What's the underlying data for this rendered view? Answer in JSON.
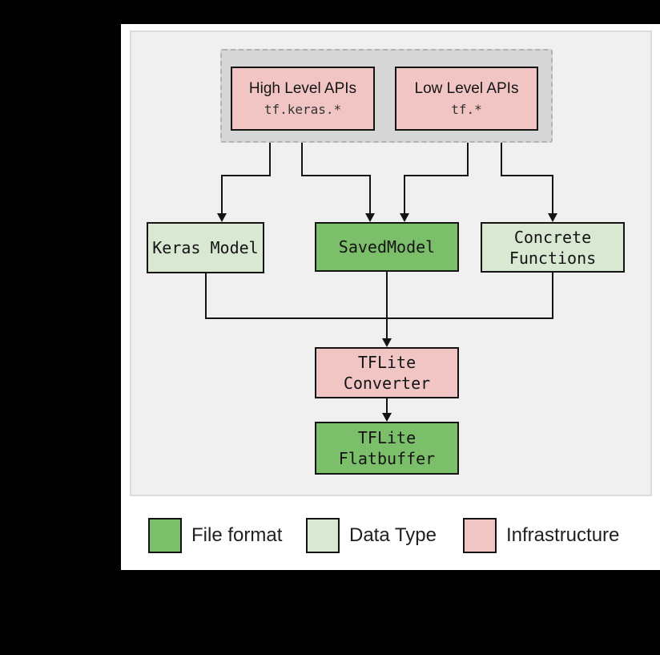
{
  "colors": {
    "background": "#000000",
    "panel": "#ffffff",
    "diagram_background": "#f0f0f0",
    "diagram_border": "#dbdbdb",
    "group_background": "#d6d6d6",
    "line": "#141414",
    "file_format_green": "#7cbf6b",
    "data_type_light_green": "#d9e8d2",
    "infrastructure_pink": "#f2c5c5"
  },
  "diagram": {
    "api_group": {
      "high_level_apis": {
        "title": "High Level APIs",
        "api": "tf.keras.*",
        "color": "#f2c5c5"
      },
      "low_level_apis": {
        "title": "Low Level APIs",
        "api": "tf.*",
        "color": "#f2c5c5"
      }
    },
    "nodes": {
      "keras_model": {
        "label": "Keras Model",
        "color": "#d9e8d2"
      },
      "saved_model": {
        "label": "SavedModel",
        "color": "#7cbf6b"
      },
      "concrete_functions": {
        "label": "Concrete\nFunctions",
        "color": "#d9e8d2"
      },
      "tflite_converter": {
        "label": "TFLite\nConverter",
        "color": "#f2c5c5"
      },
      "tflite_flatbuffer": {
        "label": "TFLite\nFlatbuffer",
        "color": "#7cbf6b"
      }
    }
  },
  "legend": {
    "items": [
      {
        "label": "File format",
        "color": "#7cbf6b"
      },
      {
        "label": "Data Type",
        "color": "#d9e8d2"
      },
      {
        "label": "Infrastructure",
        "color": "#f2c5c5"
      }
    ]
  }
}
